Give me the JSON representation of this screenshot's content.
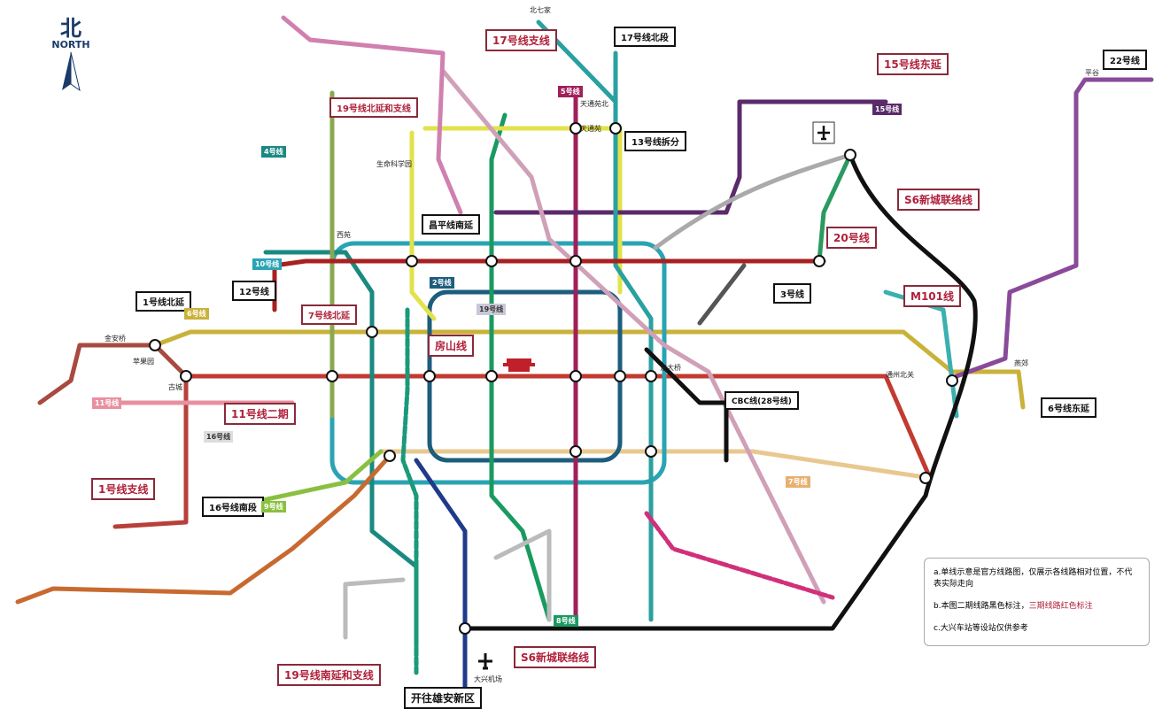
{
  "compass": {
    "north_cn": "北",
    "north_en": "NORTH"
  },
  "callouts": {
    "l17_branch": "17号线支线",
    "l17_north": "17号线北段",
    "l15_east": "15号线东延",
    "l19_north": "19号线北延和支线",
    "l13_split": "13号线拆分",
    "s6_north": "S6新城联络线",
    "l20": "20号线",
    "changping_south": "昌平线南延",
    "l12": "12号线",
    "l1_north": "1号线北延",
    "l7_north": "7号线北延",
    "l3": "3号线",
    "m101": "M101线",
    "fangshan": "房山线",
    "cbc": "CBC线(28号线)",
    "l11_phase2": "11号线二期",
    "l6_east": "6号线东延",
    "l1_branch": "1号线支线",
    "l16_south": "16号线南段",
    "l19_south": "19号线南延和支线",
    "xiongan": "开往雄安新区",
    "s6_south": "S6新城联络线",
    "l22": "22号线"
  },
  "badges": {
    "l5": "5号线",
    "l15": "15号线",
    "l4": "4号线",
    "l10": "10号线",
    "l2": "2号线",
    "l19": "19号线",
    "l6": "6号线",
    "l11": "11号线",
    "l8": "8号线",
    "l7": "7号线",
    "l16": "16号线",
    "l9": "9号线"
  },
  "stations": {
    "beiqijia": "北七家",
    "tiantongyuan_north": "天通苑北",
    "tiantongyuan": "天通苑",
    "pingguoyuan": "苹果园",
    "jinanqiao": "金安桥",
    "gucheng": "古城",
    "daxing_airport": "大兴机场",
    "shengmingkexueyuan": "生命科学园",
    "xiyuan": "西苑",
    "dongdaqiao": "东大桥",
    "tongzhou_beiguan": "通州北关",
    "pinggu": "平谷",
    "yanjiao": "燕郊"
  },
  "legend": {
    "note_a": "a.单线示意是官方线路图，仅展示各线路相对位置，不代表实际走向",
    "note_b_prefix": "b.本图二期线路黑色标注，",
    "note_b_red": "三期线路红色标注",
    "note_c": "c.大兴车站等设站仅供参考"
  },
  "colors": {
    "line1": "#c23a30",
    "line2": "#1d5d7d",
    "line4": "#1a8a80",
    "line5": "#a0205a",
    "line6": "#c9b23a",
    "line10": "#2aa4b4",
    "line13": "#e2e24a",
    "line15": "#5a2a6a",
    "line17": "#2aa0a0",
    "line22": "#8a4a9a",
    "daxing": "#1f3a8a",
    "s6": "#111111",
    "callout_red": "#b0203a"
  }
}
